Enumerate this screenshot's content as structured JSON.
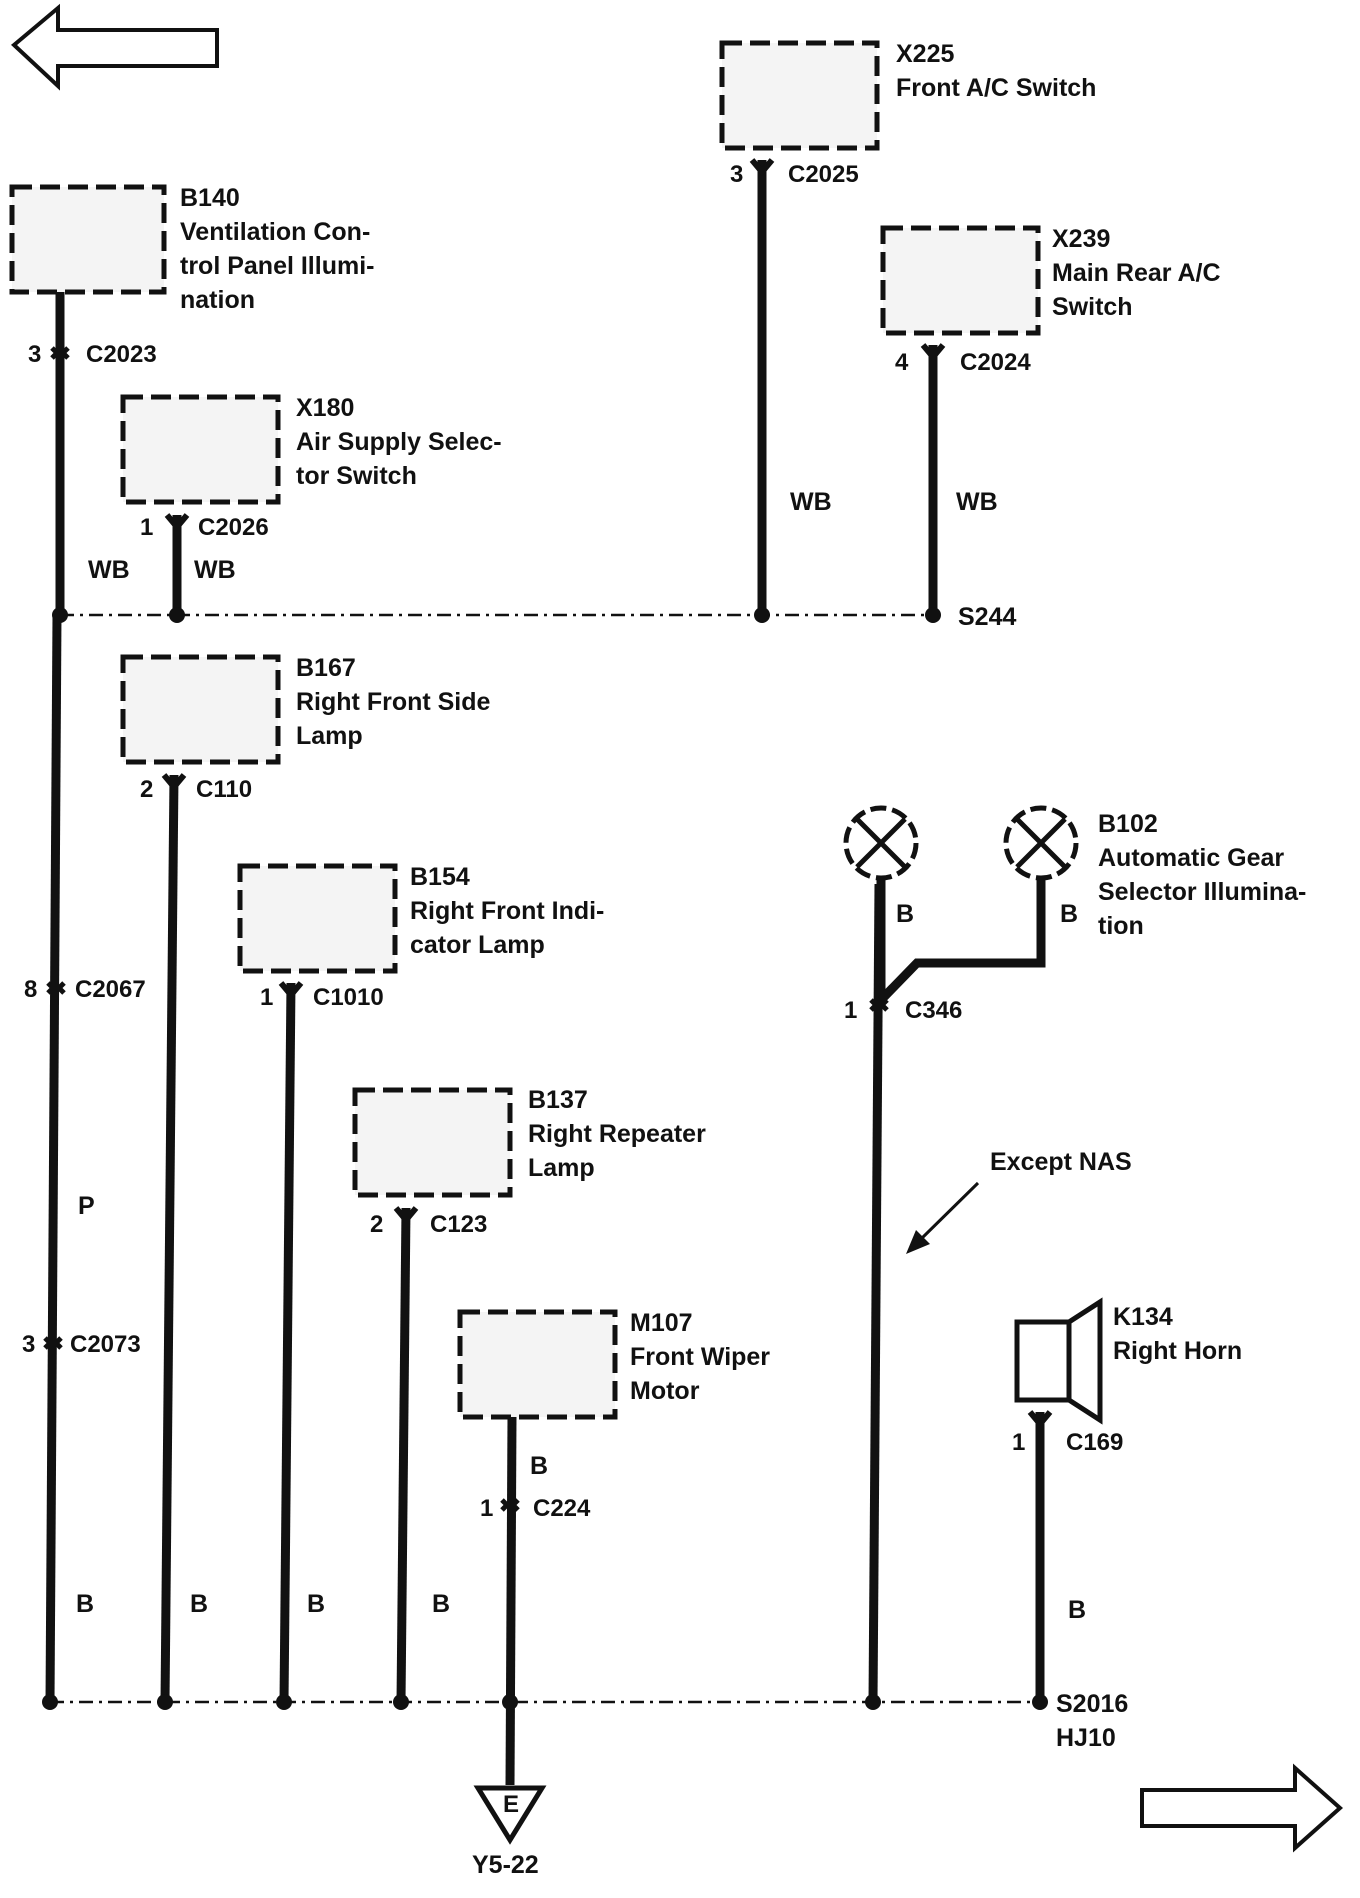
{
  "components": {
    "b140": {
      "id": "B140",
      "name_lines": [
        "Ventilation Con-",
        "trol Panel Illumi-",
        "nation"
      ],
      "pin": "3",
      "connector": "C2023"
    },
    "x180": {
      "id": "X180",
      "name_lines": [
        "Air Supply Selec-",
        "tor Switch"
      ],
      "pin": "1",
      "connector": "C2026"
    },
    "x225": {
      "id": "X225",
      "name_lines": [
        "Front A/C Switch"
      ],
      "pin": "3",
      "connector": "C2025"
    },
    "x239": {
      "id": "X239",
      "name_lines": [
        "Main Rear A/C",
        "Switch"
      ],
      "pin": "4",
      "connector": "C2024"
    },
    "b167": {
      "id": "B167",
      "name_lines": [
        "Right Front Side",
        "Lamp"
      ],
      "pin": "2",
      "connector": "C110"
    },
    "b154": {
      "id": "B154",
      "name_lines": [
        "Right Front Indi-",
        "cator Lamp"
      ],
      "pin": "1",
      "connector": "C1010"
    },
    "b137": {
      "id": "B137",
      "name_lines": [
        "Right Repeater",
        "Lamp"
      ],
      "pin": "2",
      "connector": "C123"
    },
    "m107": {
      "id": "M107",
      "name_lines": [
        "Front Wiper",
        "Motor"
      ],
      "pin": "1",
      "connector": "C224"
    },
    "b102": {
      "id": "B102",
      "name_lines": [
        "Automatic Gear",
        "Selector Illumina-",
        "tion"
      ]
    },
    "k134": {
      "id": "K134",
      "name_lines": [
        "Right Horn"
      ],
      "pin": "1",
      "connector": "C169"
    }
  },
  "connectors": {
    "c2067": {
      "pin": "8",
      "name": "C2067"
    },
    "c2073": {
      "pin": "3",
      "name": "C2073"
    },
    "c346": {
      "pin": "1",
      "name": "C346"
    }
  },
  "wire_colors": {
    "wb": "WB",
    "p": "P",
    "b": "B"
  },
  "splices": {
    "s244": "S244",
    "s2016": "S2016",
    "hj10": "HJ10"
  },
  "ground": {
    "letter": "E",
    "reference": "Y5-22"
  },
  "note": "Except NAS"
}
